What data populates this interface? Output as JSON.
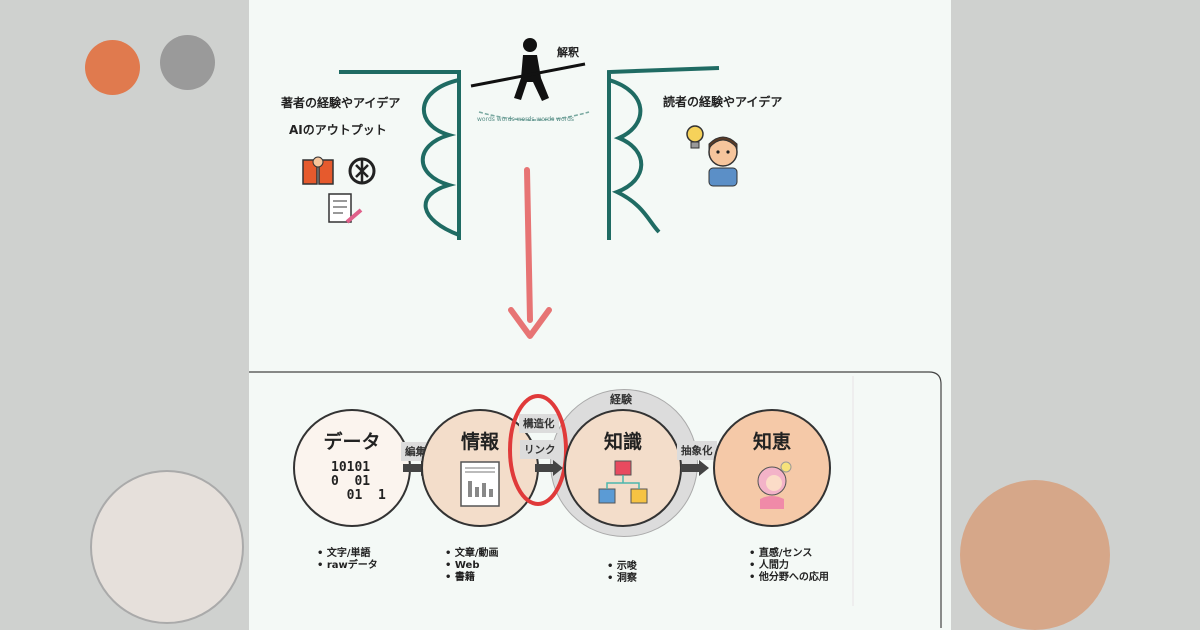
{
  "top": {
    "interpretation_label": "解釈",
    "author_label": "著者の経験やアイデア",
    "ai_output_label": "AIのアウトプット",
    "reader_label": "読者の経験やアイデア",
    "rope_text": "words words words words words"
  },
  "flow": {
    "experience_label": "経験",
    "data": {
      "title": "データ",
      "binary": "10101\n0  01\n  01  1",
      "bullets": [
        "文字/単語",
        "rawデータ"
      ]
    },
    "edit_label": "編集",
    "info": {
      "title": "情報",
      "bullets": [
        "文章/動画",
        "Web",
        "書籍"
      ]
    },
    "structure_label": "構造化",
    "link_label": "リンク",
    "knowledge": {
      "title": "知識",
      "bullets": [
        "示唆",
        "洞察"
      ]
    },
    "abstract_label": "抽象化",
    "wisdom": {
      "title": "知恵",
      "bullets": [
        "直感/センス",
        "人間力",
        "他分野への応用"
      ]
    }
  },
  "colors": {
    "panel_bg": "#f4f9f6",
    "cliff_teal": "#1f6b63",
    "arrow_red": "#e77474",
    "highlight_red": "#e03a3a",
    "circle_light": "#fbf4ee",
    "circle_mid": "#f3ddca",
    "circle_peach": "#f5c9a8",
    "experience_ring": "#d0d0d0"
  }
}
